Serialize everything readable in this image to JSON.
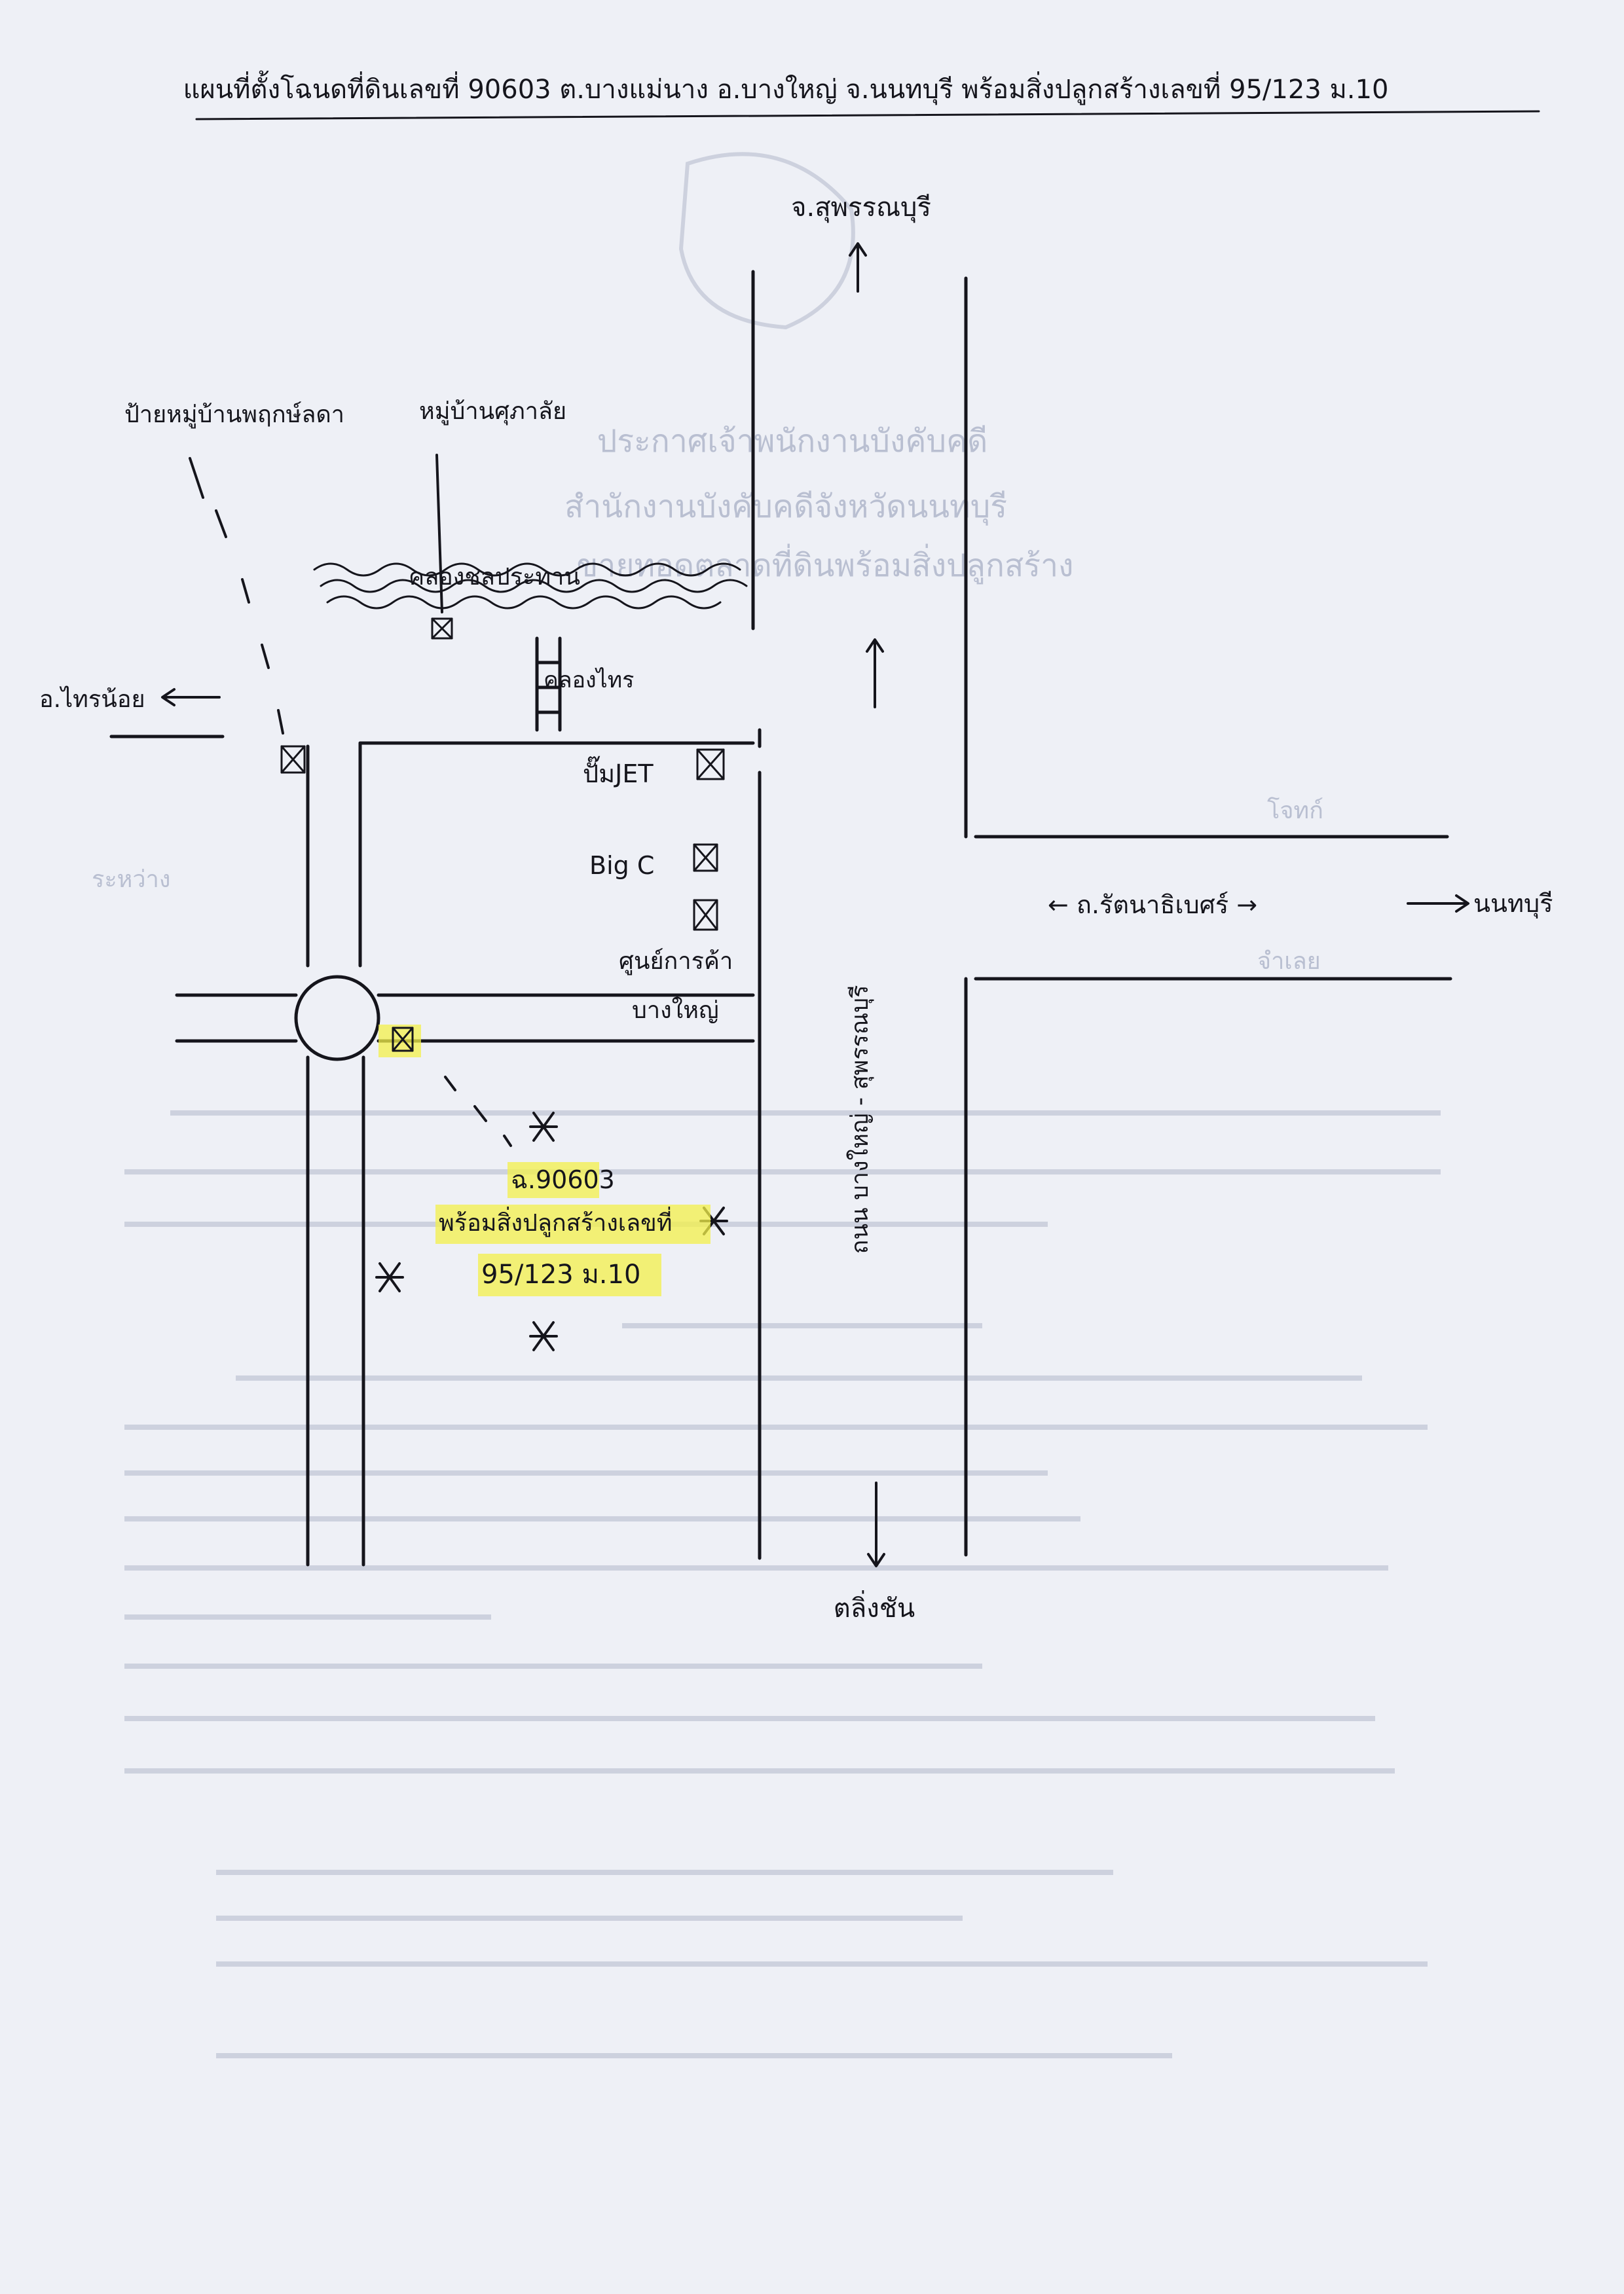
{
  "title": "แผนที่ตั้งโฉนดที่ดินเลขที่ 90603 ต.บางแม่นาง อ.บางใหญ่ จ.นนทบุรี พร้อมสิ่งปลูกสร้างเลขที่ 95/123 ม.10",
  "directions": {
    "north": "จ.สุพรรณบุรี",
    "south": "ตลิ่งชัน",
    "east": "นนทบุรี",
    "west": "อ.ไทรน้อย"
  },
  "roads": {
    "ratanathibet": "← ถ.รัตนาธิเบศร์ →",
    "bangyai_suphan": "ถนน บางใหญ่ - สุพรรณบุรี",
    "canal_main": "คลองชลประทาน",
    "canal_small": "คลองไทร"
  },
  "landmarks": {
    "village_sign": "ป้ายหมู่บ้านพฤกษ์ลดา",
    "village": "หมู่บ้านศุภาลัย",
    "jet": "ปั๊มJET",
    "bigc": "Big C",
    "market": "ศูนย์การค้า",
    "market_area": "บางใหญ่"
  },
  "property": {
    "deed": "ฉ.90603",
    "label": "พร้อมสิ่งปลูกสร้างเลขที่",
    "number": "95/123 ม.10"
  },
  "background_text": {
    "h1": "ประกาศเจ้าพนักงานบังคับคดี",
    "h2": "สำนักงานบังคับคดีจังหวัดนนทบุรี",
    "h3": "ขายทอดตลาดที่ดินพร้อมสิ่งปลูกสร้าง",
    "between": "ระหว่าง",
    "plaintiff": "โจทก์",
    "defendant": "จำเลย"
  },
  "colors": {
    "ink": "#15151c",
    "highlight": "#f3f04a",
    "paper": "#eef0f6",
    "ghost": "#b9bfd1"
  }
}
